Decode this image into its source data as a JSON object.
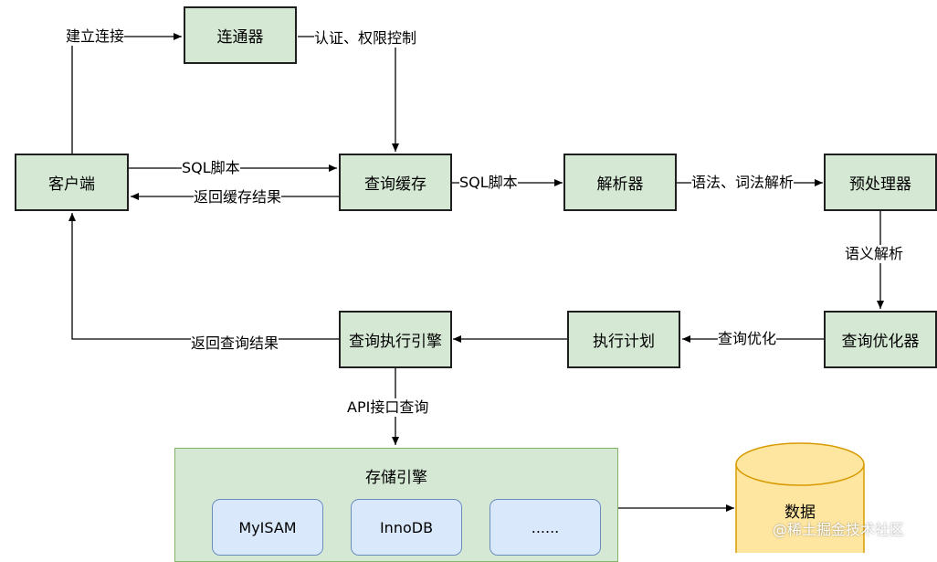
{
  "nodes": {
    "client": "客户端",
    "connector": "连通器",
    "query_cache": "查询缓存",
    "parser": "解析器",
    "preprocessor": "预处理器",
    "query_optimizer": "查询优化器",
    "execution_plan": "执行计划",
    "query_executor": "查询执行引擎"
  },
  "edges": {
    "establish_connection": "建立连接",
    "auth_permission": "认证、权限控制",
    "sql_script_to_cache": "SQL脚本",
    "return_cache_result": "返回缓存结果",
    "sql_script_to_parser": "SQL脚本",
    "syntax_lexical": "语法、词法解析",
    "semantic_parse": "语义解析",
    "query_optimize": "查询优化",
    "return_query_result": "返回查询结果",
    "api_query": "API接口查询"
  },
  "storage": {
    "title": "存储引擎",
    "engines": [
      "MyISAM",
      "InnoDB",
      "......"
    ]
  },
  "database": {
    "label": "数据"
  },
  "watermark": "@稀土掘金技术社区",
  "colors": {
    "node_fill": "#d5e8d4",
    "node_border": "#1f1f1f",
    "storage_border": "#82b366",
    "engine_fill": "#dae8fc",
    "engine_border": "#6c8ebf",
    "db_fill": "#ffe6a0",
    "db_border": "#d79b00"
  }
}
